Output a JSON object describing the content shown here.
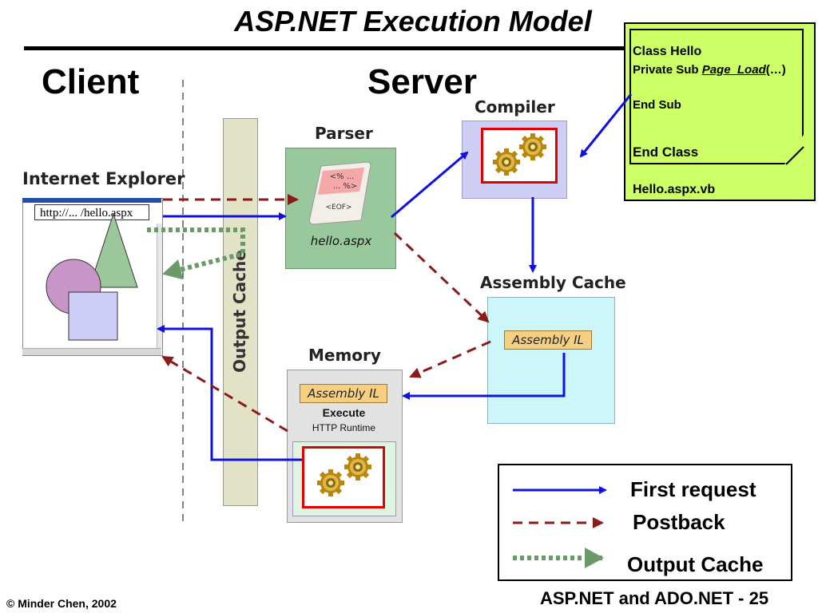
{
  "title": "ASP.NET Execution Model",
  "sides": {
    "client": "Client",
    "server": "Server"
  },
  "browser": {
    "title": "Internet Explorer",
    "url": "http://... /hello.aspx"
  },
  "output_cache": {
    "label": "Output Cache"
  },
  "parser": {
    "title": "Parser",
    "file": "hello.aspx",
    "scroll_lines": [
      "<% ...",
      "... %>",
      "<EOF>"
    ]
  },
  "compiler": {
    "title": "Compiler"
  },
  "assembly_cache": {
    "title": "Assembly Cache",
    "il": "Assembly IL"
  },
  "memory": {
    "title": "Memory",
    "il": "Assembly IL",
    "execute": "Execute",
    "runtime": "HTTP Runtime"
  },
  "code_note": {
    "line1": "Class Hello",
    "line2_prefix": "Private Sub ",
    "line2_method": "Page_Load",
    "line2_suffix": "(…)",
    "line3": "End Sub",
    "line4": "End Class",
    "filename": "Hello.aspx.vb"
  },
  "legend": {
    "first_request": "First request",
    "postback": "Postback",
    "output_cache": "Output Cache"
  },
  "colors": {
    "first_request": "#1010e0",
    "postback": "#8b1a1a",
    "output_cache": "#6a9a6a",
    "note": "#ccff66"
  },
  "footer": {
    "left": "© Minder Chen, 2002",
    "right": "ASP.NET and ADO.NET - 25"
  }
}
